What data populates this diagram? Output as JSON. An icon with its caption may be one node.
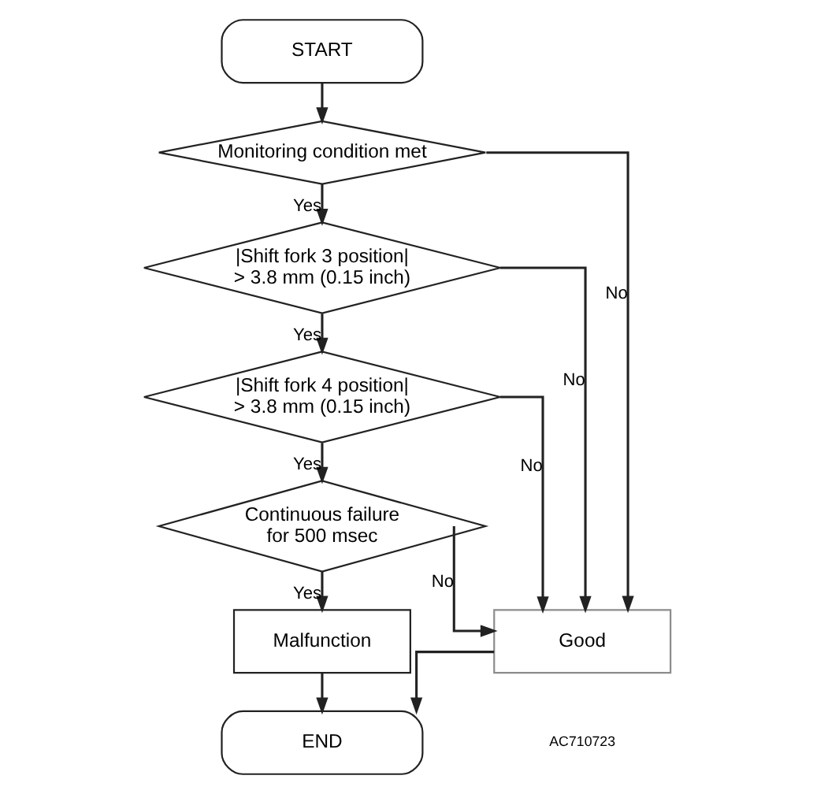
{
  "diagram": {
    "nodes": [
      {
        "text": [
          "START"
        ]
      },
      {
        "text": [
          "Monitoring condition met"
        ]
      },
      {
        "text": [
          "|Shift fork 3 position| > 3.8 mm (0.15 inch)"
        ]
      },
      {
        "text": [
          "|Shift fork 4 position| > 3.8 mm (0.15 inch)"
        ]
      },
      {
        "text": [
          "Continuous failure for 500 msec"
        ]
      },
      {
        "text": [
          "Malfunction"
        ]
      },
      {
        "text": [
          "Good"
        ]
      },
      {
        "text": [
          "END"
        ]
      }
    ],
    "edges": [
      {
        "from": 0,
        "to": 1,
        "arrow": "to"
      },
      {
        "from": 1,
        "to": 6,
        "arrow": "to",
        "label": "No"
      },
      {
        "from": 1,
        "to": 2,
        "arrow": "to",
        "label": "Yes"
      },
      {
        "from": 2,
        "to": 6,
        "arrow": "to",
        "label": "No"
      },
      {
        "from": 2,
        "to": 3,
        "arrow": "to",
        "label": "Yes"
      },
      {
        "from": 3,
        "to": 6,
        "arrow": "to",
        "label": "No"
      },
      {
        "from": 3,
        "to": 4,
        "arrow": "to",
        "label": "Yes"
      },
      {
        "from": 4,
        "to": 6,
        "arrow": "to",
        "label": "No"
      },
      {
        "from": 4,
        "to": 5,
        "arrow": "to",
        "label": "Yes"
      },
      {
        "from": 5,
        "to": 7,
        "arrow": "to"
      },
      {
        "from": 6,
        "to": 7,
        "arrow": "to"
      }
    ],
    "labels": [
      "AC710723"
    ]
  }
}
